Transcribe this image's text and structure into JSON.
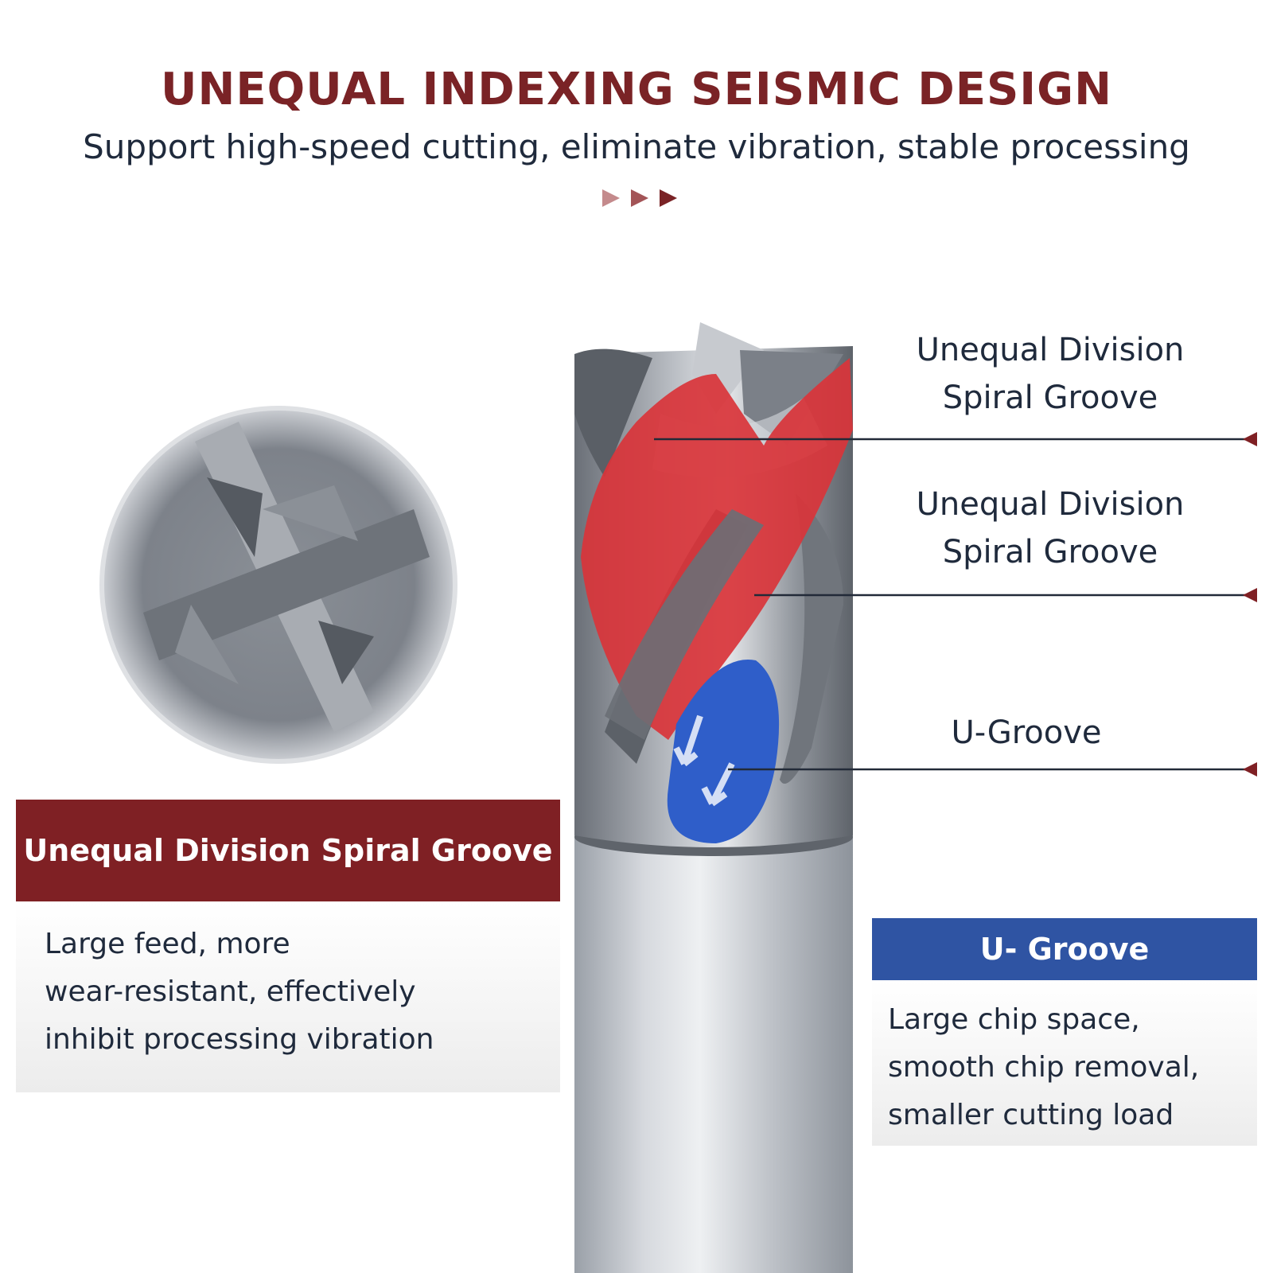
{
  "header": {
    "title": "UNEQUAL INDEXING SEISMIC DESIGN",
    "subtitle": "Support high-speed cutting, eliminate vibration, stable processing"
  },
  "callouts": [
    {
      "line1": "Unequal Division",
      "line2": "Spiral Groove"
    },
    {
      "line1": "Unequal Division",
      "line2": "Spiral Groove"
    },
    {
      "line1": "U-Groove"
    }
  ],
  "left_box": {
    "heading": "Unequal Division Spiral Groove",
    "lines": [
      "Large feed, more",
      "wear-resistant, effectively",
      "inhibit processing vibration"
    ]
  },
  "right_box": {
    "heading": "U- Groove",
    "lines": [
      "Large chip space,",
      "smooth chip removal,",
      "smaller cutting load"
    ]
  },
  "colors": {
    "title": "#7a2326",
    "accent_red": "#7f2024",
    "accent_blue": "#2f54a3",
    "flute_red": "#d9343a",
    "flute_blue": "#2f5ec9",
    "text_dark": "#1f2a3c"
  }
}
